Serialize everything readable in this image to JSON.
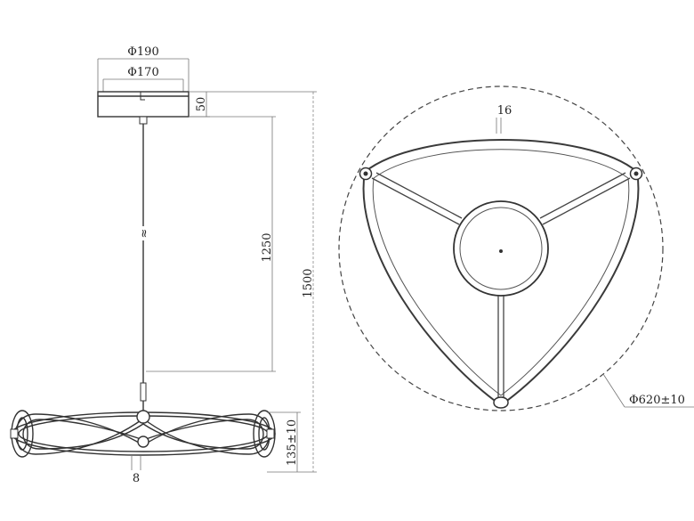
{
  "side_view": {
    "canopy_outer_diameter": "Φ190",
    "canopy_inner_diameter": "Φ170",
    "canopy_height": "50",
    "cable_length": "1250",
    "total_height": "1500",
    "fixture_height": "135±10",
    "ring_thickness": "8",
    "break_symbol": "≈"
  },
  "top_view": {
    "profile_width": "16",
    "overall_diameter": "Φ620±10"
  }
}
